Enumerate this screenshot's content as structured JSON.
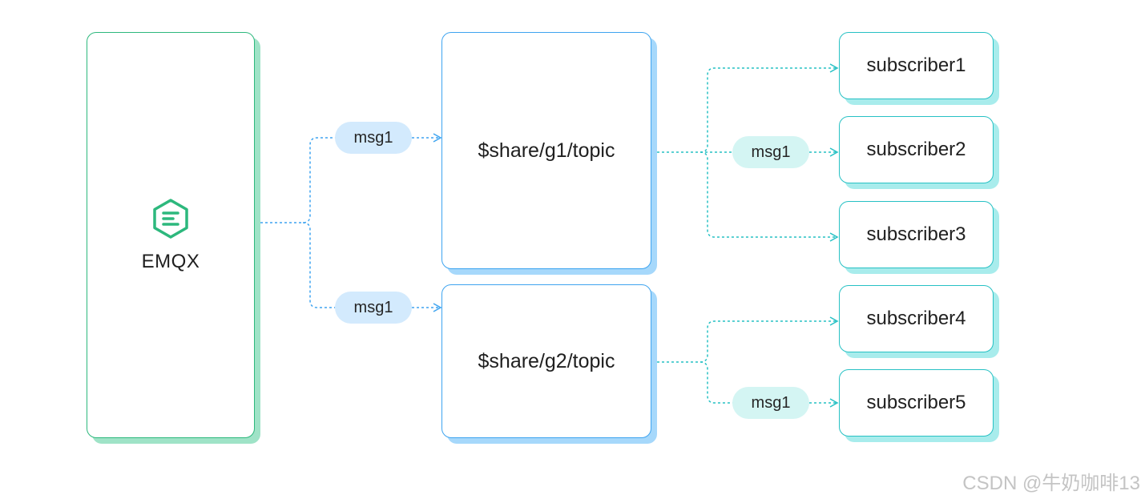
{
  "broker": {
    "label": "EMQX",
    "icon": "emqx-logo-icon"
  },
  "topics": [
    {
      "label": "$share/g1/topic"
    },
    {
      "label": "$share/g2/topic"
    }
  ],
  "messages": {
    "to_g1": "msg1",
    "to_g2": "msg1",
    "g1_to_sub": "msg1",
    "g2_to_sub": "msg1"
  },
  "subscribers": [
    {
      "label": "subscriber1"
    },
    {
      "label": "subscriber2"
    },
    {
      "label": "subscriber3"
    },
    {
      "label": "subscriber4"
    },
    {
      "label": "subscriber5"
    }
  ],
  "watermark": "CSDN @牛奶咖啡13",
  "colors": {
    "broker_border": "#2db87d",
    "topic_border": "#3ea4f0",
    "subscriber_border": "#27c1c4",
    "msg_pill_blue": "#d3eafd",
    "msg_pill_cyan": "#d4f5f3"
  }
}
